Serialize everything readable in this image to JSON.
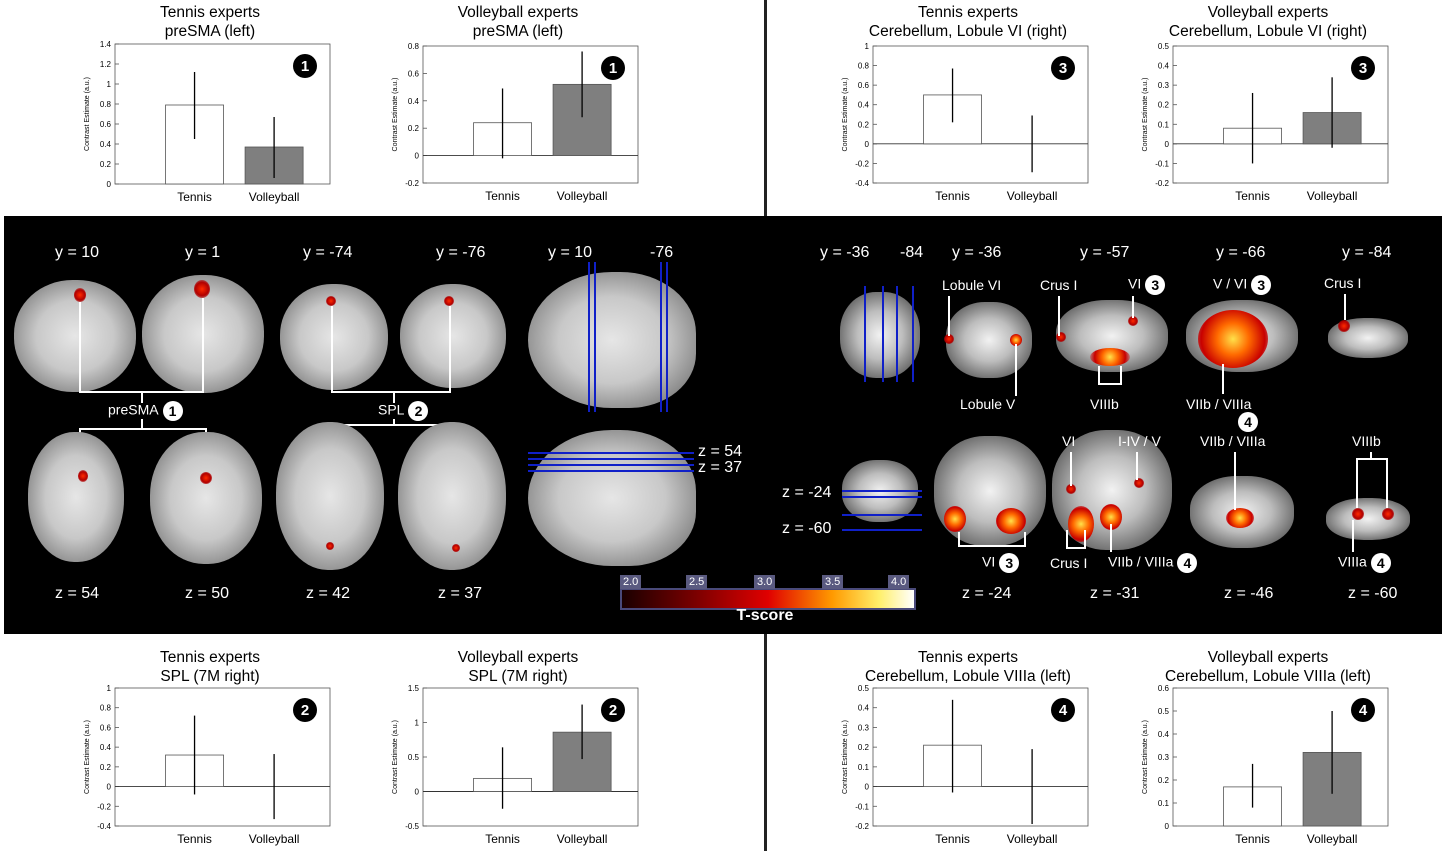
{
  "chart_data": [
    {
      "id": "c1",
      "type": "bar",
      "title": "Tennis experts",
      "subtitle": "preSMA (left)",
      "badge": "1",
      "categories": [
        "Tennis",
        "Volleyball"
      ],
      "values": [
        0.79,
        0.37
      ],
      "errors": [
        [
          0.45,
          1.12
        ],
        [
          0.06,
          0.67
        ]
      ],
      "ylim": [
        0,
        1.4
      ],
      "yticks": [
        0,
        0.2,
        0.4,
        0.6,
        0.8,
        1,
        1.2,
        1.4
      ],
      "yticklabels": [
        "0",
        "0.2",
        "0.4",
        "0.6",
        "0.8",
        "1",
        "1.2",
        "1.4"
      ],
      "ylabel": "Contrast Estimate (a.u.)",
      "colors": [
        "#ffffff",
        "#7f7f7f"
      ]
    },
    {
      "id": "c2",
      "type": "bar",
      "title": "Volleyball experts",
      "subtitle": "preSMA (left)",
      "badge": "1",
      "categories": [
        "Tennis",
        "Volleyball"
      ],
      "values": [
        0.24,
        0.52
      ],
      "errors": [
        [
          -0.02,
          0.49
        ],
        [
          0.28,
          0.76
        ]
      ],
      "ylim": [
        -0.2,
        0.8
      ],
      "yticks": [
        -0.2,
        0,
        0.2,
        0.4,
        0.6,
        0.8
      ],
      "yticklabels": [
        "-0.2",
        "0",
        "0.2",
        "0.4",
        "0.6",
        "0.8"
      ],
      "ylabel": "Contrast Estimate (a.u.)",
      "colors": [
        "#ffffff",
        "#7f7f7f"
      ]
    },
    {
      "id": "c3",
      "type": "bar",
      "title": "Tennis experts",
      "subtitle": "Cerebellum, Lobule VI (right)",
      "badge": "3",
      "categories": [
        "Tennis",
        "Volleyball"
      ],
      "values": [
        0.5,
        0.0
      ],
      "errors": [
        [
          0.22,
          0.77
        ],
        [
          -0.29,
          0.29
        ]
      ],
      "ylim": [
        -0.4,
        1
      ],
      "yticks": [
        -0.4,
        -0.2,
        0,
        0.2,
        0.4,
        0.6,
        0.8,
        1
      ],
      "yticklabels": [
        "-0.4",
        "-0.2",
        "0",
        "0.2",
        "0.4",
        "0.6",
        "0.8",
        "1"
      ],
      "ylabel": "Contrast Estimate (a.u.)",
      "colors": [
        "#ffffff",
        "#7f7f7f"
      ]
    },
    {
      "id": "c4",
      "type": "bar",
      "title": "Volleyball experts",
      "subtitle": "Cerebellum, Lobule VI (right)",
      "badge": "3",
      "categories": [
        "Tennis",
        "Volleyball"
      ],
      "values": [
        0.08,
        0.16
      ],
      "errors": [
        [
          -0.1,
          0.26
        ],
        [
          -0.02,
          0.34
        ]
      ],
      "ylim": [
        -0.2,
        0.5
      ],
      "yticks": [
        -0.2,
        -0.1,
        0,
        0.1,
        0.2,
        0.3,
        0.4,
        0.5
      ],
      "yticklabels": [
        "-0.2",
        "-0.1",
        "0",
        "0.1",
        "0.2",
        "0.3",
        "0.4",
        "0.5"
      ],
      "ylabel": "Contrast Estimate (a.u.)",
      "colors": [
        "#ffffff",
        "#7f7f7f"
      ]
    },
    {
      "id": "c5",
      "type": "bar",
      "title": "Tennis experts",
      "subtitle": "SPL (7M  right)",
      "badge": "2",
      "categories": [
        "Tennis",
        "Volleyball"
      ],
      "values": [
        0.32,
        0.0
      ],
      "errors": [
        [
          -0.08,
          0.72
        ],
        [
          -0.33,
          0.33
        ]
      ],
      "ylim": [
        -0.4,
        1
      ],
      "yticks": [
        -0.4,
        -0.2,
        0,
        0.2,
        0.4,
        0.6,
        0.8,
        1
      ],
      "yticklabels": [
        "-0.4",
        "-0.2",
        "0",
        "0.2",
        "0.4",
        "0.6",
        "0.8",
        "1"
      ],
      "ylabel": "Contrast Estimate (a.u.)",
      "colors": [
        "#ffffff",
        "#7f7f7f"
      ]
    },
    {
      "id": "c6",
      "type": "bar",
      "title": "Volleyball experts",
      "subtitle": "SPL (7M right)",
      "badge": "2",
      "categories": [
        "Tennis",
        "Volleyball"
      ],
      "values": [
        0.19,
        0.86
      ],
      "errors": [
        [
          -0.25,
          0.64
        ],
        [
          0.47,
          1.26
        ]
      ],
      "ylim": [
        -0.5,
        1.5
      ],
      "yticks": [
        -0.5,
        0,
        0.5,
        1,
        1.5
      ],
      "yticklabels": [
        "-0.5",
        "0",
        "0.5",
        "1",
        "1.5"
      ],
      "ylabel": "Contrast Estimate (a.u.)",
      "colors": [
        "#ffffff",
        "#7f7f7f"
      ]
    },
    {
      "id": "c7",
      "type": "bar",
      "title": "Tennis experts",
      "subtitle": "Cerebellum, Lobule VIIIa (left)",
      "badge": "4",
      "categories": [
        "Tennis",
        "Volleyball"
      ],
      "values": [
        0.21,
        0.0
      ],
      "errors": [
        [
          -0.03,
          0.44
        ],
        [
          -0.19,
          0.19
        ]
      ],
      "ylim": [
        -0.2,
        0.5
      ],
      "yticks": [
        -0.2,
        -0.1,
        0,
        0.1,
        0.2,
        0.3,
        0.4,
        0.5
      ],
      "yticklabels": [
        "-0.2",
        "-0.1",
        "0",
        "0.1",
        "0.2",
        "0.3",
        "0.4",
        "0.5"
      ],
      "ylabel": "Contrast Estimate (a.u.)",
      "colors": [
        "#ffffff",
        "#7f7f7f"
      ]
    },
    {
      "id": "c8",
      "type": "bar",
      "title": "Volleyball experts",
      "subtitle": "Cerebellum, Lobule VIIIa (left)",
      "badge": "4",
      "categories": [
        "Tennis",
        "Volleyball"
      ],
      "values": [
        0.17,
        0.32
      ],
      "errors": [
        [
          0.08,
          0.27
        ],
        [
          0.14,
          0.5
        ]
      ],
      "ylim": [
        0,
        0.6
      ],
      "yticks": [
        0,
        0.1,
        0.2,
        0.3,
        0.4,
        0.5,
        0.6
      ],
      "yticklabels": [
        "0",
        "0.1",
        "0.2",
        "0.3",
        "0.4",
        "0.5",
        "0.6"
      ],
      "ylabel": "Contrast Estimate (a.u.)",
      "colors": [
        "#ffffff",
        "#7f7f7f"
      ]
    }
  ],
  "panel": {
    "slice_labels": {
      "y10": "y = 10",
      "y1": "y = 1",
      "ym74": "y = -74",
      "ym76": "y = -76",
      "y10b": "y = 10",
      "m76": "-76",
      "z54": "z = 54",
      "z50": "z = 50",
      "z42": "z = 42",
      "z37": "z = 37",
      "z54r": "z = 54",
      "z37r": "z = 37",
      "ym36a": "y = -36",
      "m84": "-84",
      "ym36b": "y = -36",
      "ym57": "y = -57",
      "ym66": "y = -66",
      "ym84": "y = -84",
      "zm24a": "z = -24",
      "zm60a": "z = -60",
      "zm24": "z = -24",
      "zm31": "z = -31",
      "zm46": "z = -46",
      "zm60": "z = -60"
    },
    "annotations": {
      "presma": "preSMA",
      "spl": "SPL",
      "lobule_vi": "Lobule VI",
      "lobule_v": "Lobule V",
      "crus_i_a": "Crus I",
      "vi_a": "VI",
      "v_vi": "V / VI",
      "crus_i_b": "Crus I",
      "viiib_a": "VIIIb",
      "viib_viiia_a": "VIIb / VIIIa",
      "vi_b": "VI",
      "i_iv_v": "I-IV / V",
      "viib_viiia_b": "VIIb / VIIIa",
      "viiib_b": "VIIIb",
      "vi_c": "VI",
      "crus_i_c": "Crus I",
      "viib_viiia_c": "VIIb / VIIIa",
      "viiia": "VIIIa"
    },
    "badges": {
      "one": "1",
      "two": "2",
      "three": "3",
      "four": "4"
    },
    "colorbar": {
      "ticks": [
        "2.0",
        "2.5",
        "3.0",
        "3.5",
        "4.0"
      ],
      "label": "T-score",
      "colors": [
        "#1a0000",
        "#7a0000",
        "#e00000",
        "#ff9a00",
        "#ffef6a",
        "#ffffff"
      ]
    }
  }
}
